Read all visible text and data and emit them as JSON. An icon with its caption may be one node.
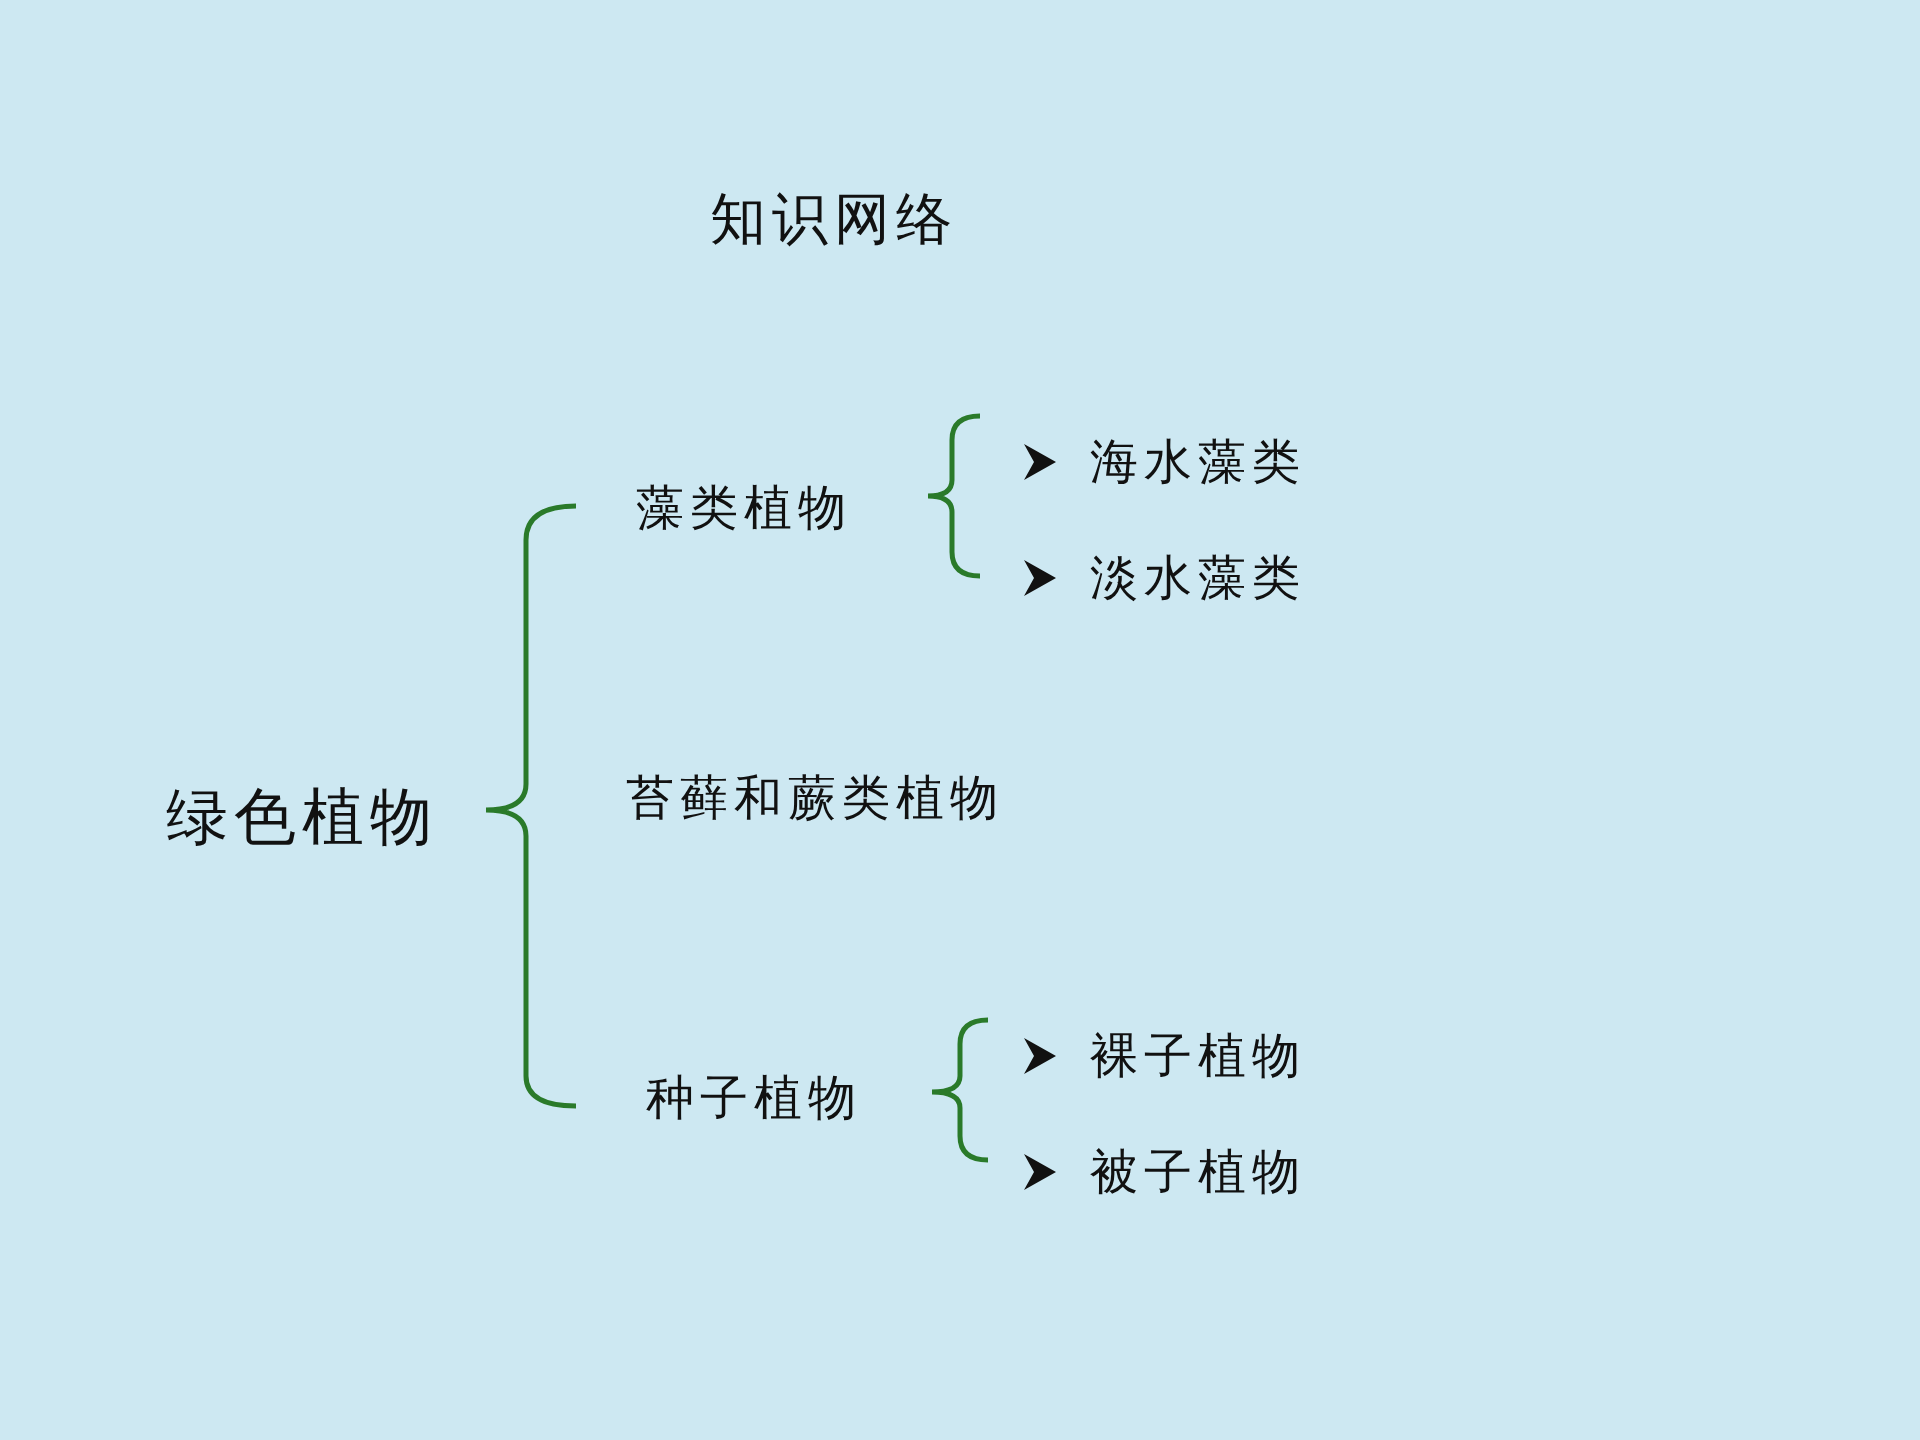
{
  "diagram": {
    "title": "知识网络",
    "labels": [
      "藻类植物",
      "海水藻类",
      "淡水藻类",
      "绿色植物",
      "苔藓和蕨类植物",
      "种子植物",
      "裸子植物",
      "被子植物"
    ]
  }
}
